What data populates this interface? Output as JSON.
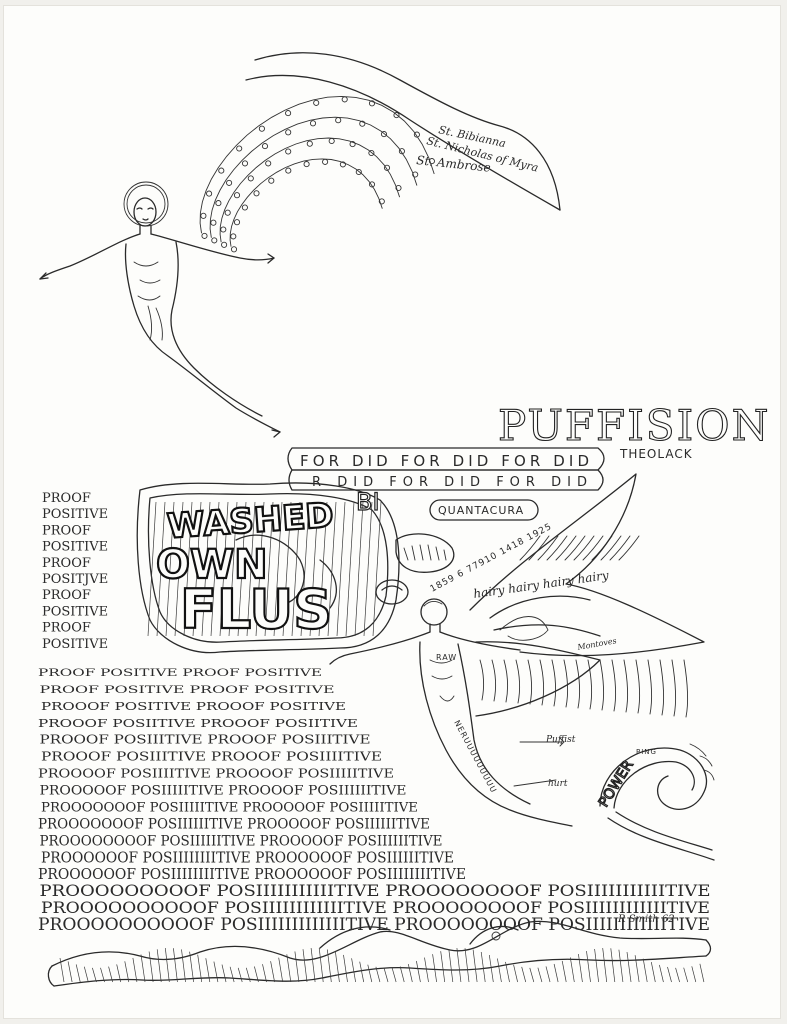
{
  "saints": [
    "St. Bibianna",
    "St. Nicholas of Myra",
    "St. Ambrose"
  ],
  "title": "PUFFISION",
  "subtitle": "THEOLACK",
  "banner": {
    "top": "FOR DID FOR DID FOR DID",
    "bottom": "R DID FOR DID FOR DID"
  },
  "cloud_words": [
    "WASHED",
    "OWN",
    "FLUS"
  ],
  "bubble_letters": "BI",
  "quanta": "QUANTACURA",
  "dates": "1859 6 77910 1418 1925",
  "hairy": "hairy hairy hairy hairy",
  "montoves": "Montoves",
  "raw": "RAW",
  "neru": "NERUUUUUUUUU",
  "puffist": "Puffist",
  "hurt": "hurt",
  "powerping": "POWER",
  "ping": "PING",
  "signature": "R Smith 62",
  "proof_column": [
    "PROOF",
    "POSITIVE",
    "PROOF",
    "POSITIVE",
    "PROOF",
    "POSITJVE",
    "PROOF",
    "POSITIVE",
    "PROOF",
    "POSITIVE"
  ],
  "proof_lines": [
    "PROOF POSITIVE PROOF POSITIVE",
    "PROOF POSITIVE PROOF POSITIVE",
    "PROOOF POSITIVE PROOOF POSITIVE",
    "PROOOF POSIITIVE PROOOF POSIITIVE",
    "PROOOF POSIIITIVE PROOOF POSIIITIVE",
    "PROOOF POSIIITIVE PROOOF POSIIIITIVE",
    "PROOOOF POSIIIITIVE PROOOOF POSIIIIITIVE",
    "PROOOOOF POSIIIIITIVE PROOOOF POSIIIIIITIVE",
    "PROOOOOOOF POSIIIIITIVE PROOOOOF POSIIIIITIVE",
    "PROOOOOOOF POSIIIIIITIVE PROOOOOF POSIIIIIITIVE",
    "PROOOOOOOOF POSIIIIIITIVE PROOOOOF POSIIIIIITIVE",
    "PROOOOOOF POSIIIIIIIITIVE PROOOOOOF POSIIIIIITIVE",
    "PROOOOOOF POSIIIIIIIITIVE PROOOOOOF POSIIIIIIIITIVE",
    "PROOOOOOOOOF POSIIIIIIIIIIITIVE PROOOOOOOOF POSIIIIIIIIIIITIVE",
    "PROOOOOOOOOOF POSIIIIIIIIIIIITIVE PROOOOOOOOF POSIIIIIIIIIIIITIVE",
    "PROOOOOOOOOOF POSIIIIIIIIIIIIITIVE PROOOOOOOOF POSIIIIIIIIIIIITIVE"
  ]
}
